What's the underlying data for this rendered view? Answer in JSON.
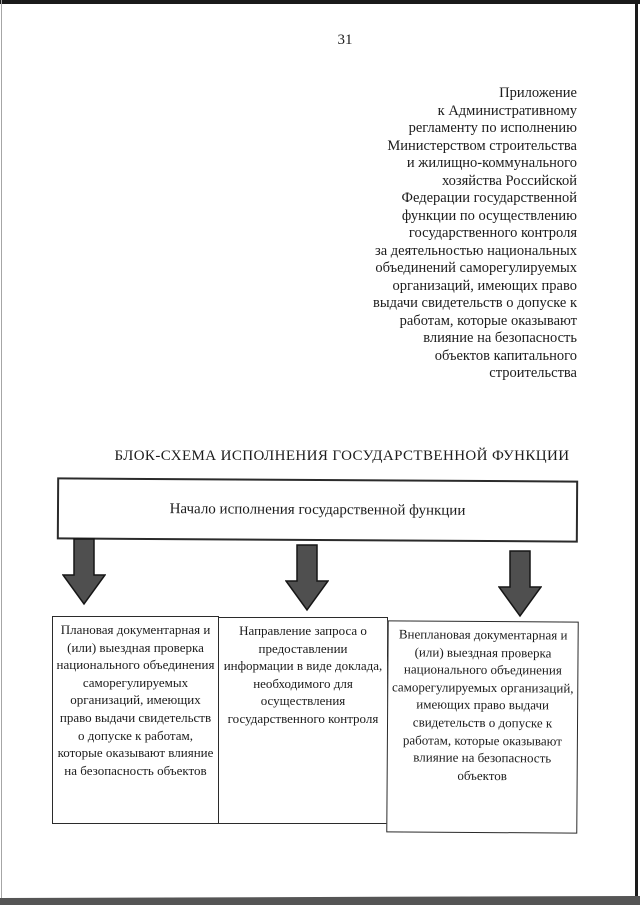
{
  "colors": {
    "paper": "#ffffff",
    "ink": "#1c1c1c",
    "line": "#2b2b2b",
    "arrow-fill": "#4f4f4f",
    "arrow-stroke": "#161616",
    "scan-dark": "#1a1a1a",
    "scan-gray": "#555555"
  },
  "page": {
    "number": "31"
  },
  "appendix": {
    "lines": [
      "Приложение",
      "к Административному",
      "регламенту по исполнению",
      "Министерством строительства",
      "и жилищно-коммунального",
      "хозяйства Российской",
      "Федерации государственной",
      "функции по осуществлению",
      "государственного контроля",
      "за деятельностью национальных",
      "объединений саморегулируемых",
      "организаций, имеющих право",
      "выдачи свидетельств о допуске к",
      "работам, которые оказывают",
      "влияние на безопасность",
      "объектов капитального",
      "строительства"
    ]
  },
  "flowchart": {
    "title": "БЛОК-СХЕМА ИСПОЛНЕНИЯ ГОСУДАРСТВЕННОЙ ФУНКЦИИ",
    "start_box_label": "Начало исполнения государственной функции",
    "branches": [
      "Плановая документарная и (или) выездная проверка национального объединения саморегулируемых организаций, имеющих право выдачи свидетельств о допуске к работам, которые оказывают влияние на безопасность объектов",
      "Направление запроса о предоставлении информации в виде доклада, необходимого для осуществления государственного контроля",
      "Внеплановая документарная и (или) выездная проверка национального объединения саморегулируемых организаций, имеющих право выдачи свидетельств о допуске к работам, которые оказывают влияние на безопасность объектов"
    ]
  }
}
